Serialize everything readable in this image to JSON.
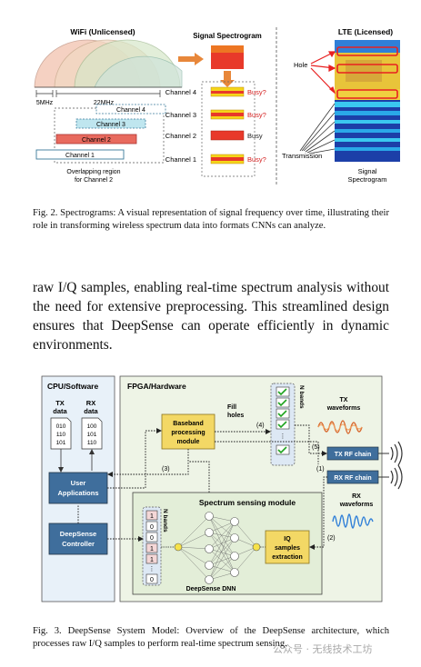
{
  "figure2": {
    "wifi_title": "WiFi (Unlicensed)",
    "spectrogram_title": "Signal Spectrogram",
    "lte_title": "LTE (Licensed)",
    "bw_5": "5MHz",
    "bw_22": "22MHz",
    "channels_stack": [
      "Channel 4",
      "Channel 3",
      "Channel 2",
      "Channel 1"
    ],
    "overlap_note": [
      "Overlapping region",
      "for Channel 2"
    ],
    "channel_rows": [
      {
        "label": "Channel 4",
        "status": "Busy?"
      },
      {
        "label": "Channel 3",
        "status": "Busy?"
      },
      {
        "label": "Channel 2",
        "status": "Busy"
      },
      {
        "label": "Channel 1",
        "status": "Busy?"
      }
    ],
    "hole_label": "Hole",
    "transmission_label": "Transmission",
    "lte_caption": [
      "Signal",
      "Spectrogram"
    ]
  },
  "caption2": "Fig. 2.  Spectrograms: A visual representation of signal frequency over time, illustrating their role in transforming wireless spectrum data into formats CNNs can analyze.",
  "paragraph": "raw I/Q samples, enabling real-time spectrum analysis without the need for extensive preprocessing. This streamlined design ensures that DeepSense can operate efficiently in dynamic environments.",
  "figure3": {
    "cpu_title": "CPU/Software",
    "fpga_title": "FPGA/Hardware",
    "tx_data": [
      "TX",
      "data"
    ],
    "rx_data": [
      "RX",
      "data"
    ],
    "tx_bits": [
      "010",
      "110",
      "101"
    ],
    "rx_bits": [
      "100",
      "101",
      "110"
    ],
    "user_apps": [
      "User",
      "Applications"
    ],
    "deepsense_ctrl": [
      "DeepSense",
      "Controller"
    ],
    "baseband": [
      "Baseband",
      "processing",
      "module"
    ],
    "fill_holes": [
      "Fill",
      "holes"
    ],
    "n_bands": "N bands",
    "tx_waveforms": [
      "TX",
      "waveforms"
    ],
    "rx_waveforms": [
      "RX",
      "waveforms"
    ],
    "tx_rf": "TX RF chain",
    "rx_rf": "RX RF chain",
    "sensing_title": "Spectrum sensing module",
    "iq_box": [
      "IQ",
      "samples",
      "extraction"
    ],
    "dnn_label": "DeepSense DNN",
    "band_bits": [
      "1",
      "0",
      "0",
      "1",
      "1",
      "0"
    ],
    "step_labels": [
      "(1)",
      "(2)",
      "(3)",
      "(4)",
      "(5)"
    ]
  },
  "caption3": "Fig. 3.  DeepSense System Model: Overview of the DeepSense architecture, which processes raw I/Q samples to perform real-time spectrum sensing.",
  "watermark": "公众号 · 无线技术工坊"
}
